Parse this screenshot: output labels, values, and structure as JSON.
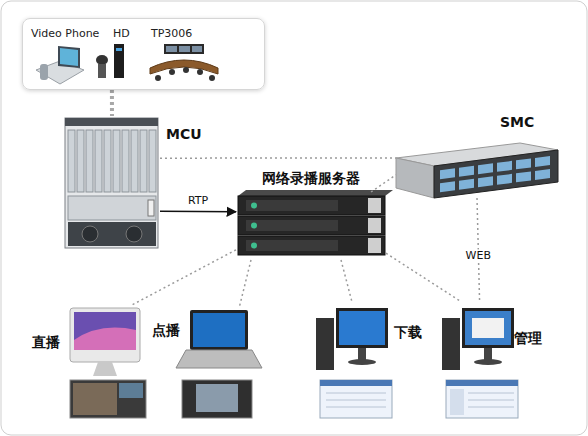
{
  "diagram": {
    "nodes": [
      {
        "text": []
      },
      {
        "text": [
          "Video Phone"
        ],
        "in": 0
      },
      {
        "text": [
          "HD"
        ],
        "in": 0
      },
      {
        "text": [
          "TP3006"
        ],
        "in": 0
      },
      {
        "text": [
          "MCU"
        ]
      },
      {
        "text": [
          "SMC"
        ]
      },
      {
        "text": [
          "网络录播服务器"
        ]
      },
      {
        "text": [
          "直播"
        ]
      },
      {
        "text": [
          "点播"
        ]
      },
      {
        "text": [
          "下载"
        ]
      },
      {
        "text": [
          "管理"
        ]
      }
    ],
    "edges": [
      {
        "from": 0,
        "to": 4,
        "arrow": "none"
      },
      {
        "from": 4,
        "to": 6,
        "label": "RTP",
        "arrow": "to"
      },
      {
        "from": 4,
        "to": 5,
        "arrow": "none"
      },
      {
        "from": 6,
        "to": 5,
        "arrow": "none"
      },
      {
        "from": 6,
        "to": 7,
        "arrow": "none"
      },
      {
        "from": 6,
        "to": 8,
        "arrow": "none"
      },
      {
        "from": 6,
        "to": 9,
        "arrow": "none"
      },
      {
        "from": 6,
        "to": 10,
        "arrow": "none"
      },
      {
        "from": 5,
        "to": 10,
        "label": "WEB",
        "arrow": "none"
      }
    ]
  }
}
